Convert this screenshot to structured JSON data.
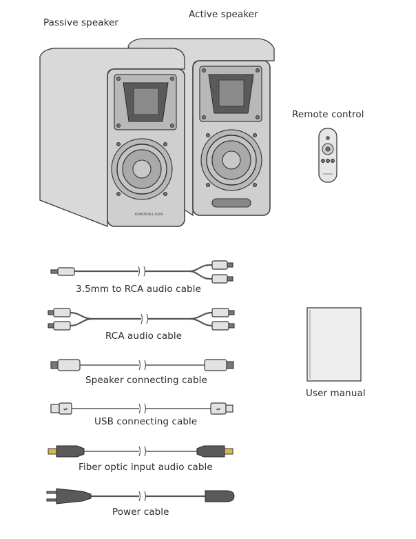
{
  "labels": {
    "passive_speaker": "Passive speaker",
    "active_speaker": "Active speaker",
    "remote_control": "Remote control",
    "cable_35mm_rca": "3.5mm to RCA audio cable",
    "rca_cable": "RCA audio cable",
    "speaker_cable": "Speaker connecting cable",
    "usb_cable": "USB connecting cable",
    "fiber_cable": "Fiber optic input audio cable",
    "power_cable": "Power cable",
    "user_manual": "User manual"
  },
  "speaker_badge": "POWERFULL·R30X"
}
